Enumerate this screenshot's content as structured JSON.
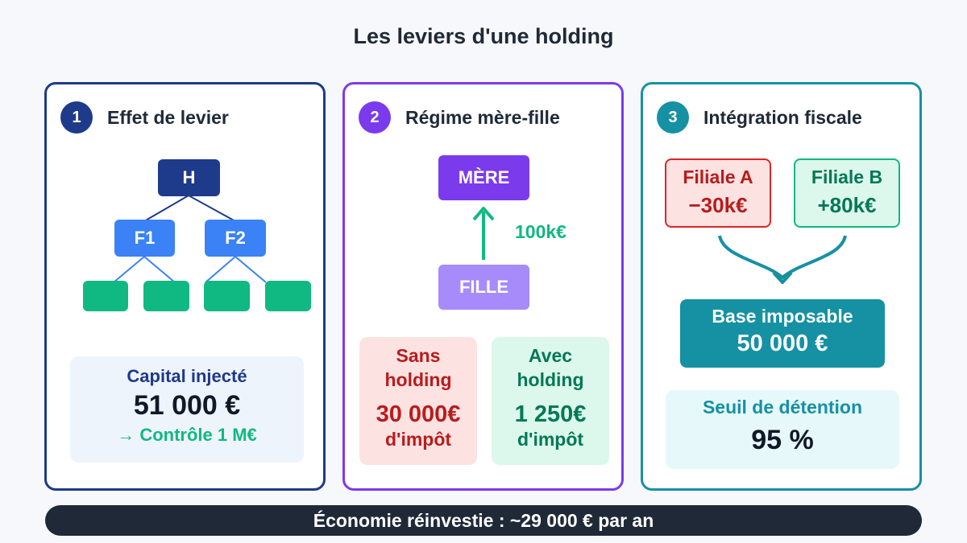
{
  "title": "Les leviers d'une holding",
  "colors": {
    "navy": "#1e3a8a",
    "blue": "#3b82f6",
    "green": "#10b981",
    "purple": "#7c3aed",
    "purple_light": "#a78bfa",
    "teal": "#1591a3",
    "red": "#dc2626",
    "dark": "#1f2937"
  },
  "cards": [
    {
      "number": "1",
      "label": "Effet de levier",
      "tree": {
        "root": "H",
        "children": [
          "F1",
          "F2"
        ]
      },
      "info": {
        "line1": "Capital injecté",
        "line2": "51 000 €",
        "line3": "→ Contrôle 1 M€"
      }
    },
    {
      "number": "2",
      "label": "Régime mère-fille",
      "mere": "MÈRE",
      "fille": "FILLE",
      "flow": "100k€",
      "without": {
        "title_1": "Sans",
        "title_2": "holding",
        "value": "30 000€",
        "suffix": "d'impôt"
      },
      "with": {
        "title_1": "Avec",
        "title_2": "holding",
        "value": "1 250€",
        "suffix": "d'impôt"
      }
    },
    {
      "number": "3",
      "label": "Intégration fiscale",
      "filiale_a": {
        "name": "Filiale A",
        "value": "−30k€"
      },
      "filiale_b": {
        "name": "Filiale B",
        "value": "+80k€"
      },
      "base": {
        "name": "Base imposable",
        "value": "50 000 €"
      },
      "seuil": {
        "name": "Seuil de détention",
        "value": "95 %"
      }
    }
  ],
  "footer": "Économie réinvestie : ~29 000 € par an"
}
